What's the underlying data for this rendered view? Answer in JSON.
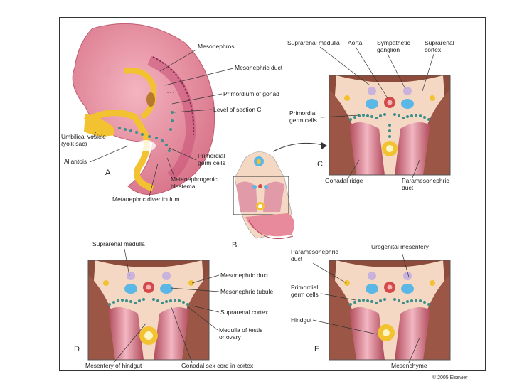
{
  "panels": {
    "A": "A",
    "B": "B",
    "C": "C",
    "D": "D",
    "E": "E"
  },
  "labels_a": {
    "mesonephros": "Mesonephros",
    "mesonephric_duct": "Mesonephric duct",
    "primordium_gonad": "Primordium of gonad",
    "level_section": "Level of section C",
    "umbilical_vesicle_1": "Umbilical vesicle",
    "umbilical_vesicle_2": "(yolk sac)",
    "allantois": "Allantois",
    "primordial_germ_1": "Primordial",
    "primordial_germ_2": "germ cells",
    "metanephrogenic_1": "Metanephrogenic",
    "metanephrogenic_2": "blastema",
    "metanephric_diverticulum": "Metanephric diverticulum"
  },
  "labels_c": {
    "suprarenal_medulla": "Suprarenal medulla",
    "aorta": "Aorta",
    "sympathetic_1": "Sympathetic",
    "sympathetic_2": "ganglion",
    "suprarenal_cortex_1": "Suprarenal",
    "suprarenal_cortex_2": "cortex",
    "primordial_germ_1": "Primordial",
    "primordial_germ_2": "germ cells",
    "gonadal_ridge": "Gonadal ridge",
    "paramesonephric_1": "Paramesonephric",
    "paramesonephric_2": "duct"
  },
  "labels_d": {
    "suprarenal_medulla": "Suprarenal medulla",
    "mesonephric_duct": "Mesonephric duct",
    "mesonephric_tubule": "Mesonephric tubule",
    "suprarenal_cortex": "Suprarenal cortex",
    "medulla_testis_1": "Medulla of testis",
    "medulla_testis_2": "or ovary",
    "mesentery_hindgut": "Mesentery of hindgut",
    "gonadal_sex_cord": "Gonadal sex cord in cortex"
  },
  "labels_e": {
    "paramesonephric_1": "Paramesonephric",
    "paramesonephric_2": "duct",
    "urogenital_mesentery": "Urogenital mesentery",
    "primordial_germ_1": "Primordial",
    "primordial_germ_2": "germ cells",
    "hindgut": "Hindgut",
    "mesenchyme": "Mesenchyme"
  },
  "copyright": "© 2005 Elsevier",
  "colors": {
    "embryo_pink": "#e88a9c",
    "tissue_cream": "#f6dcc8",
    "tissue_brown": "#8a4a3a",
    "duct_yellow": "#f2c230",
    "medulla_purple": "#c9b3dc",
    "tubule_blue": "#5bb7e6",
    "aorta_red": "#d44a4a",
    "germ_cell_teal": "#3d8f8a"
  }
}
